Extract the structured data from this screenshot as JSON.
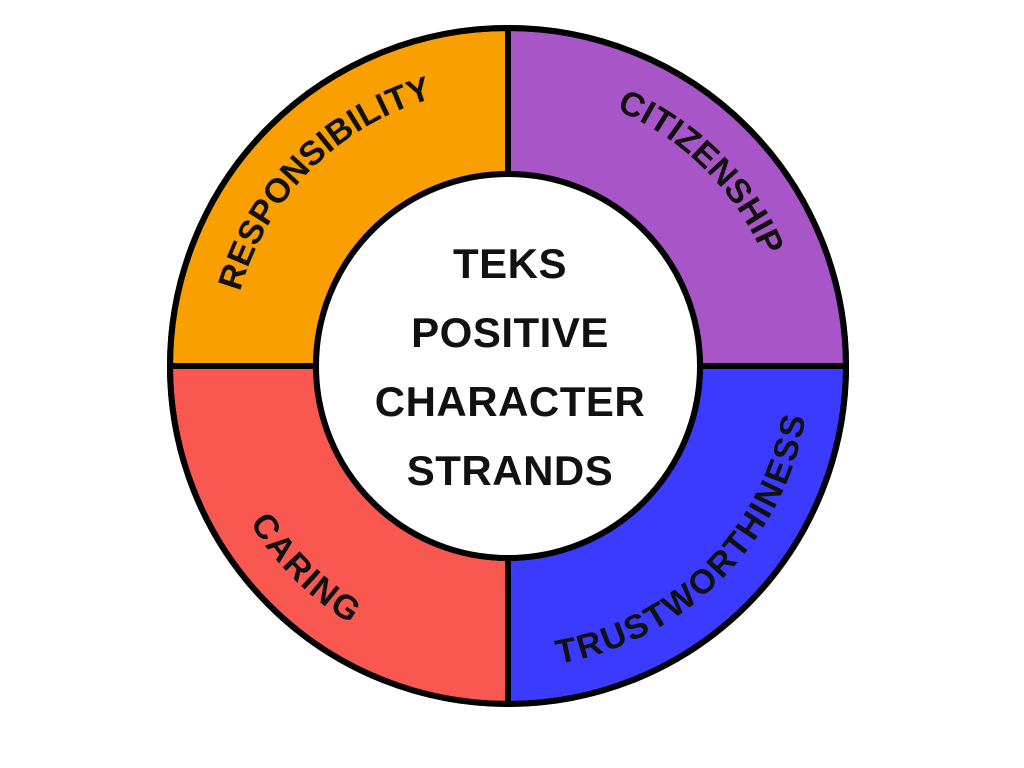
{
  "center": {
    "lines": [
      "TEKS",
      "POSITIVE",
      "CHARACTER",
      "STRANDS"
    ]
  },
  "segments": [
    {
      "id": "responsibility",
      "label": "RESPONSIBILITY",
      "color": "#F9A000"
    },
    {
      "id": "citizenship",
      "label": "CITIZENSHIP",
      "color": "#A855C7"
    },
    {
      "id": "trustworthiness",
      "label": "TRUSTWORTHINESS",
      "color": "#3B3BFF"
    },
    {
      "id": "caring",
      "label": "CARING",
      "color": "#F95850"
    }
  ],
  "colors": {
    "outline": "#000000",
    "center_fill": "#FFFFFF"
  }
}
